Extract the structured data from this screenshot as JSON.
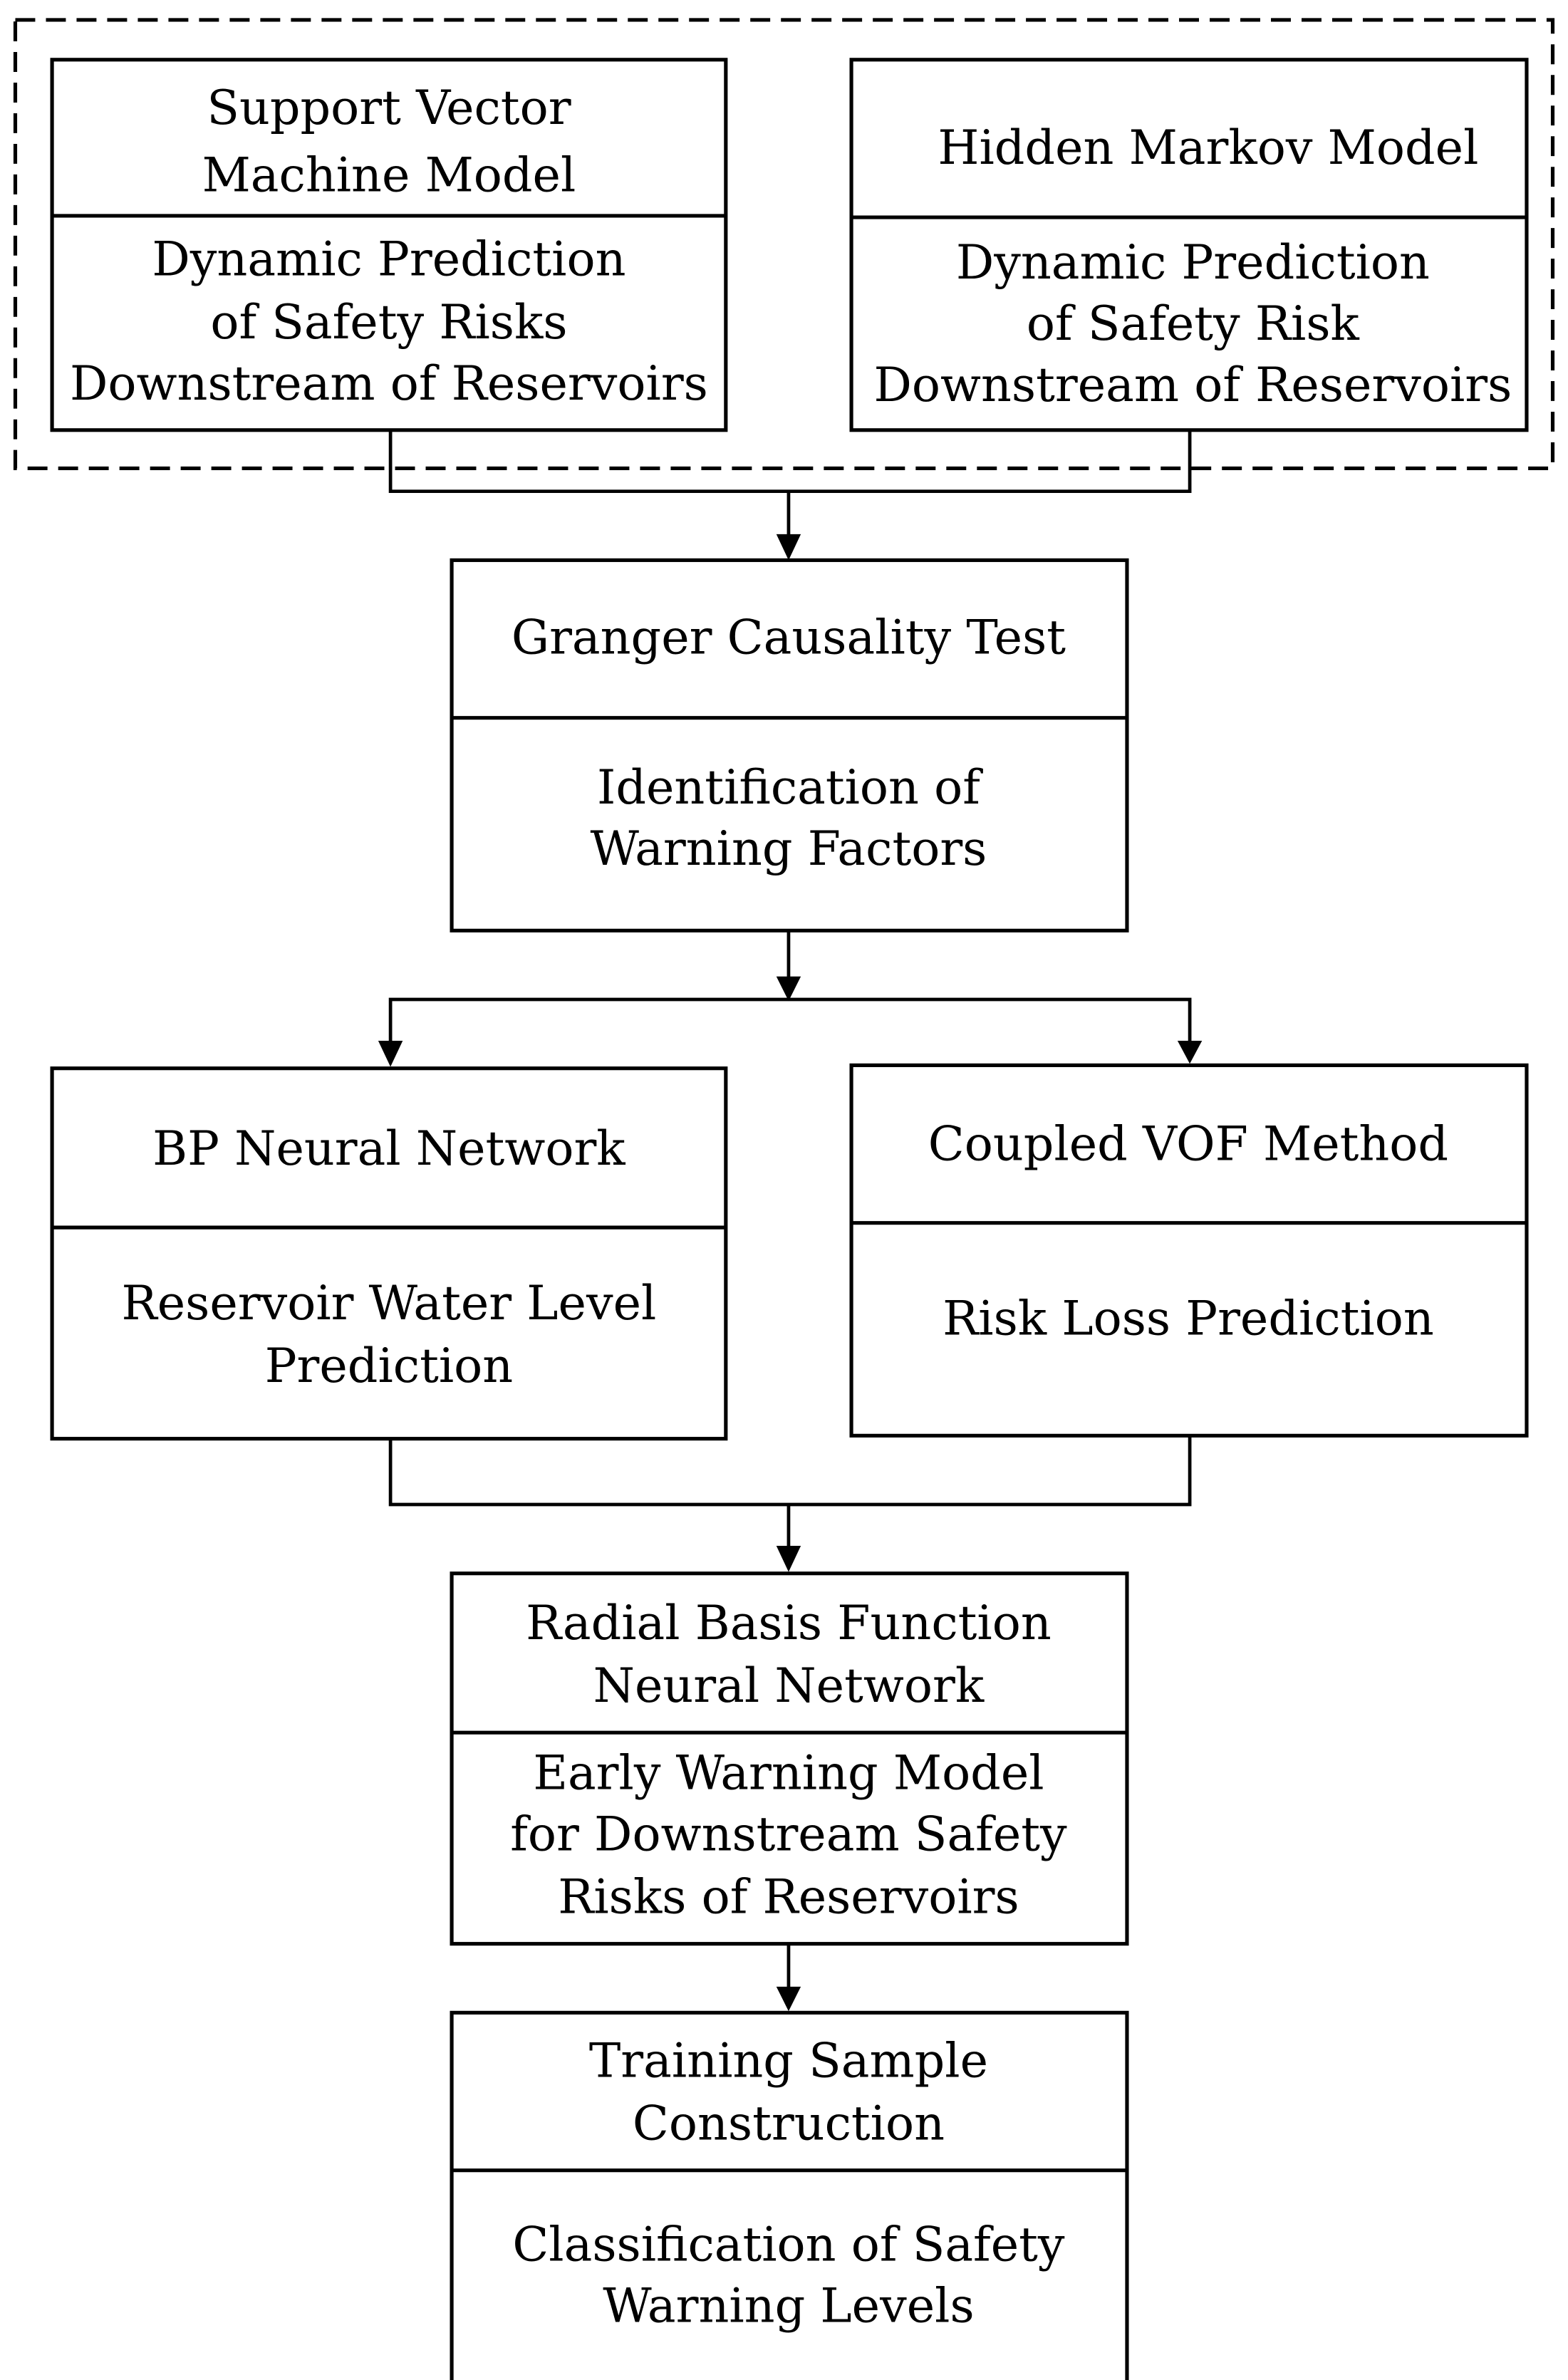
{
  "svm": {
    "title": [
      "Support Vector",
      "Machine Model"
    ],
    "body": [
      "Dynamic Prediction",
      "of Safety Risks",
      "Downstream of Reservoirs"
    ]
  },
  "hmm": {
    "title": [
      "Hidden Markov Model"
    ],
    "body": [
      "Dynamic Prediction",
      "of Safety Risk",
      "Downstream of Reservoirs"
    ]
  },
  "granger": {
    "title": [
      "Granger Causality Test"
    ],
    "body": [
      "Identification of",
      "Warning Factors"
    ]
  },
  "bp": {
    "title": [
      "BP Neural Network"
    ],
    "body": [
      "Reservoir Water Level",
      "Prediction"
    ]
  },
  "vof": {
    "title": [
      "Coupled VOF Method"
    ],
    "body": [
      "Risk Loss Prediction"
    ]
  },
  "rbf": {
    "title": [
      "Radial Basis Function",
      "Neural Network"
    ],
    "body": [
      "Early Warning Model",
      "for Downstream Safety",
      "Risks of Reservoirs"
    ]
  },
  "training": {
    "title": [
      "Training Sample",
      "Construction"
    ],
    "body": [
      "Classification of Safety",
      "Warning Levels"
    ]
  }
}
